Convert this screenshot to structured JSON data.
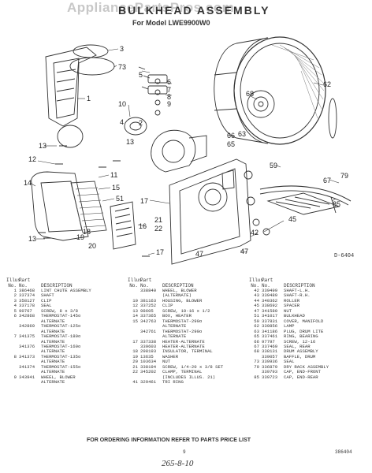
{
  "watermark": "AppliancePartsPros.com",
  "title": "BULKHEAD ASSEMBLY",
  "subtitle": "For Model LWE9900W0",
  "figure_code": "D-6404",
  "callouts": {
    "c3": "3",
    "c73": "73",
    "c1": "1",
    "c13a": "13",
    "c5": "5",
    "c6": "6",
    "c7": "7",
    "c8": "8",
    "c9": "9",
    "c10": "10",
    "c4": "4",
    "c2": "2",
    "c13b": "13",
    "c62": "62",
    "c68": "68",
    "c63": "63",
    "c66": "66",
    "c65": "65",
    "c12": "12",
    "c11": "11",
    "c15": "15",
    "c14": "14",
    "c51": "51",
    "c59": "59",
    "c79": "79",
    "c67": "67",
    "c85": "85",
    "c45": "45",
    "c42": "42",
    "c47a": "47",
    "c17a": "17",
    "c21": "21",
    "c22": "22",
    "c16": "16",
    "c18": "18",
    "c20": "20",
    "c19": "19",
    "c13c": "13",
    "c17b": "17",
    "c47b": "47"
  },
  "table_headers": {
    "col1": {
      "illus": "Illus.",
      "no": "No.",
      "part": "Part",
      "partno": "No.",
      "desc": "DESCRIPTION"
    },
    "col2": {
      "illus": "Illus.",
      "no": "No.",
      "part": "Part",
      "partno": "No.",
      "desc": "DESCRIPTION"
    },
    "col3": {
      "illus": "Illus.",
      "no": "No.",
      "part": "Part",
      "partno": "No.",
      "desc": "DESCRIPTION"
    }
  },
  "parts_col1": [
    {
      "no": "1",
      "part": "386468",
      "desc": "LINT CHUTE ASSEMBLY"
    },
    {
      "no": "2",
      "part": "337374",
      "desc": "SHAFT"
    },
    {
      "no": "3",
      "part": "358127",
      "desc": "CLIP"
    },
    {
      "no": "4",
      "part": "337178",
      "desc": "SEAL"
    },
    {
      "no": "5",
      "part": "90767",
      "desc": "SCREW, 8 x 3/8"
    },
    {
      "no": "6",
      "part": "342868",
      "desc": "THERMOSTAT-145o"
    },
    {
      "no": "",
      "part": "",
      "desc": "ALTERNATE"
    },
    {
      "no": "",
      "part": "342869",
      "desc": "THERMOSTAT-125o"
    },
    {
      "no": "",
      "part": "",
      "desc": "ALTERNATE"
    },
    {
      "no": "7",
      "part": "341375",
      "desc": "THERMOSTAT-180o"
    },
    {
      "no": "",
      "part": "",
      "desc": "ALTERNATE"
    },
    {
      "no": "",
      "part": "341376",
      "desc": "THERMOSTAT-160o"
    },
    {
      "no": "",
      "part": "",
      "desc": "ALTERNATE"
    },
    {
      "no": "8",
      "part": "341373",
      "desc": "THERMOSTAT-135o"
    },
    {
      "no": "",
      "part": "",
      "desc": "ALTERNATE"
    },
    {
      "no": "",
      "part": "341374",
      "desc": "THERMOSTAT-155o"
    },
    {
      "no": "",
      "part": "",
      "desc": "ALTERNATE"
    },
    {
      "no": "9",
      "part": "343941",
      "desc": "WHEEL, BLOWER"
    },
    {
      "no": "",
      "part": "",
      "desc": "ALTERNATE"
    }
  ],
  "parts_col2": [
    {
      "no": "",
      "part": "338840",
      "desc": "WHEEL, BLOWER"
    },
    {
      "no": "",
      "part": "",
      "desc": "(ALTERNATE)"
    },
    {
      "no": "10",
      "part": "381163",
      "desc": "HOUSING, BLOWER"
    },
    {
      "no": "12",
      "part": "337252",
      "desc": "CLIP"
    },
    {
      "no": "13",
      "part": "98605",
      "desc": "SCREW, 10-16 x 1/2"
    },
    {
      "no": "14",
      "part": "337365",
      "desc": "BOX, HEATER"
    },
    {
      "no": "15",
      "part": "342763",
      "desc": "THERMOSTAT-290o"
    },
    {
      "no": "",
      "part": "",
      "desc": "ALTERNATE"
    },
    {
      "no": "",
      "part": "342761",
      "desc": "THERMOSTAT-290o"
    },
    {
      "no": "",
      "part": "",
      "desc": "ALTERNATE"
    },
    {
      "no": "17",
      "part": "337338",
      "desc": "HEATER-ALTERNATE"
    },
    {
      "no": "",
      "part": "339603",
      "desc": "HEATER-ALTERNATE"
    },
    {
      "no": "18",
      "part": "298193",
      "desc": "INSULATOR, TERMINAL"
    },
    {
      "no": "19",
      "part": "13635",
      "desc": "WASHER"
    },
    {
      "no": "20",
      "part": "103634",
      "desc": "NUT"
    },
    {
      "no": "21",
      "part": "338194",
      "desc": "SCREW, 1/4-20 x 3/8 SET"
    },
    {
      "no": "22",
      "part": "345202",
      "desc": "CLAMP, TERMINAL"
    },
    {
      "no": "",
      "part": "",
      "desc": "(INCLUDES ILLUS. 21)"
    },
    {
      "no": "41",
      "part": "329461",
      "desc": "TRI RING"
    }
  ],
  "parts_col3": [
    {
      "no": "42",
      "part": "339499",
      "desc": "SHAFT-L.H."
    },
    {
      "no": "43",
      "part": "339489",
      "desc": "SHAFT-R.H."
    },
    {
      "no": "44",
      "part": "340362",
      "desc": "ROLLER"
    },
    {
      "no": "45",
      "part": "338692",
      "desc": "SPACER"
    },
    {
      "no": "47",
      "part": "341580",
      "desc": "NUT"
    },
    {
      "no": "51",
      "part": "341017",
      "desc": "BULKHEAD"
    },
    {
      "no": "59",
      "part": "337831",
      "desc": "COVER, MANIFOLD"
    },
    {
      "no": "62",
      "part": "339856",
      "desc": "LAMP"
    },
    {
      "no": "63",
      "part": "341186",
      "desc": "PLUG, DRUM LITE"
    },
    {
      "no": "65",
      "part": "337461",
      "desc": "RING, BEARING"
    },
    {
      "no": "66",
      "part": "97797",
      "desc": "SCREW, 12-16"
    },
    {
      "no": "67",
      "part": "337469",
      "desc": "SEAL, REAR"
    },
    {
      "no": "68",
      "part": "338131",
      "desc": "DRUM ASSEMBLY"
    },
    {
      "no": "",
      "part": "339057",
      "desc": "BAFFLE, DRUM"
    },
    {
      "no": "73",
      "part": "339936",
      "desc": "SEAL"
    },
    {
      "no": "79",
      "part": "336879",
      "desc": "DRY RACK ASSEMBLY"
    },
    {
      "no": "",
      "part": "339793",
      "desc": "CAP, END-FRONT"
    },
    {
      "no": "85",
      "part": "339723",
      "desc": "CAP, END-REAR"
    }
  ],
  "footer_text": "FOR ORDERING INFORMATION REFER TO PARTS PRICE LIST",
  "page_number": "9",
  "handwritten_note": "265-8-10",
  "corner_code": "386404"
}
